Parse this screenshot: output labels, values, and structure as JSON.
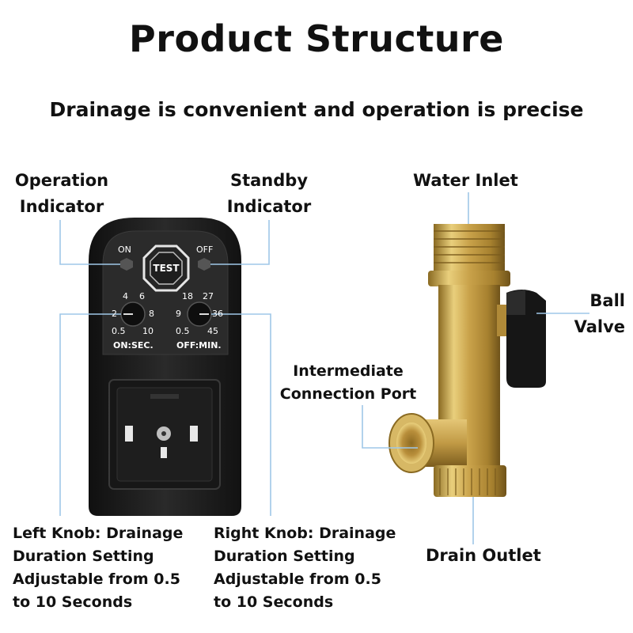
{
  "header": {
    "title": "Product Structure",
    "subtitle": "Drainage is convenient and operation is precise"
  },
  "callouts": {
    "operation_indicator": [
      "Operation",
      "Indicator"
    ],
    "standby_indicator": [
      "Standby",
      "Indicator"
    ],
    "water_inlet": "Water Inlet",
    "ball_valve": [
      "Ball",
      "Valve"
    ],
    "intermediate_port": [
      "Intermediate",
      "Connection Port"
    ],
    "drain_outlet": "Drain Outlet",
    "left_knob": [
      "Left Knob: Drainage",
      "Duration Setting",
      "Adjustable from 0.5",
      "to 10 Seconds"
    ],
    "right_knob": [
      "Right Knob: Drainage",
      "Duration Setting",
      "Adjustable from 0.5",
      "to 10 Seconds"
    ]
  },
  "controller": {
    "on_label": "ON",
    "off_label": "OFF",
    "test_label": "TEST",
    "left_dial": {
      "ticks": [
        "4",
        "6",
        "2",
        "8",
        "0.5",
        "10"
      ],
      "caption": "ON:SEC."
    },
    "right_dial": {
      "ticks": [
        "18",
        "27",
        "9",
        "36",
        "0.5",
        "45"
      ],
      "caption": "OFF:MIN."
    }
  },
  "colors": {
    "housing": "#1c1c1c",
    "leader_line": "#9fc7e8",
    "brass": "#c9a24a",
    "valve_handle": "#141414"
  },
  "icons": [
    "test-button-octagon-icon",
    "connector-socket-icon"
  ]
}
